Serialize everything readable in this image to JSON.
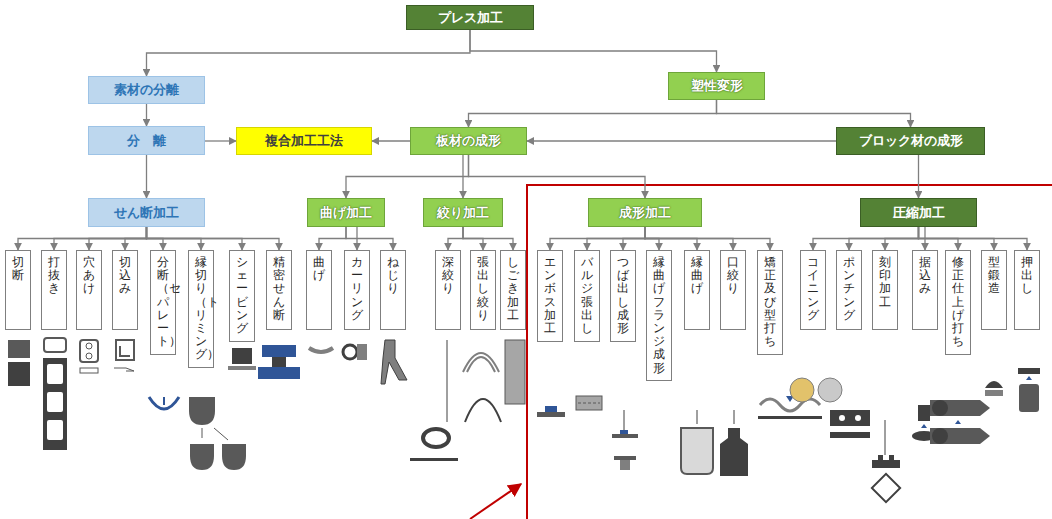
{
  "diagram": {
    "nodes": [
      {
        "text": [
          "プレス加工"
        ]
      },
      {
        "text": [
          "素材の分離"
        ]
      },
      {
        "text": [
          "塑性変形"
        ]
      },
      {
        "text": [
          "分　離"
        ]
      },
      {
        "text": [
          "複合加工工法"
        ]
      },
      {
        "text": [
          "板材の成形"
        ]
      },
      {
        "text": [
          "ブロック材の成形"
        ]
      },
      {
        "text": [
          "せん断加工"
        ]
      },
      {
        "text": [
          "曲げ加工"
        ]
      },
      {
        "text": [
          "絞り加工"
        ]
      },
      {
        "text": [
          "成形加工"
        ]
      },
      {
        "text": [
          "圧縮加工"
        ]
      },
      {
        "text": [
          "切断"
        ]
      },
      {
        "text": [
          "打抜き"
        ]
      },
      {
        "text": [
          "穴あけ"
        ]
      },
      {
        "text": [
          "切込み"
        ]
      },
      {
        "text": [
          "分断（セパレート）"
        ]
      },
      {
        "text": [
          "縁切り（トリミング）"
        ]
      },
      {
        "text": [
          "シェービング"
        ]
      },
      {
        "text": [
          "精密せん断"
        ]
      },
      {
        "text": [
          "曲げ"
        ]
      },
      {
        "text": [
          "カーリング"
        ]
      },
      {
        "text": [
          "ねじり"
        ]
      },
      {
        "text": [
          "深絞り"
        ]
      },
      {
        "text": [
          "張出し絞り"
        ]
      },
      {
        "text": [
          "しごき加工"
        ]
      },
      {
        "text": [
          "エンボス加工"
        ]
      },
      {
        "text": [
          "バルジ張出し"
        ]
      },
      {
        "text": [
          "つば出し成形"
        ]
      },
      {
        "text": [
          "縁曲げフランジ成形"
        ]
      },
      {
        "text": [
          "縁曲げ"
        ]
      },
      {
        "text": [
          "口絞り"
        ]
      },
      {
        "text": [
          "矯正及び型打ち"
        ]
      },
      {
        "text": [
          "コイニング"
        ]
      },
      {
        "text": [
          "ポンチング"
        ]
      },
      {
        "text": [
          "刻印加工"
        ]
      },
      {
        "text": [
          "据込み"
        ]
      },
      {
        "text": [
          "修正仕上げ打ち"
        ]
      },
      {
        "text": [
          "型鍛造"
        ]
      },
      {
        "text": [
          "押出し"
        ]
      }
    ],
    "edges": [
      {
        "from": 0,
        "to": 1,
        "arrow": "to"
      },
      {
        "from": 0,
        "to": 2,
        "arrow": "to"
      },
      {
        "from": 1,
        "to": 3,
        "arrow": "to"
      },
      {
        "from": 2,
        "to": 5,
        "arrow": "to"
      },
      {
        "from": 2,
        "to": 6,
        "arrow": "to"
      },
      {
        "from": 3,
        "to": 4,
        "arrow": "to"
      },
      {
        "from": 5,
        "to": 4,
        "arrow": "to"
      },
      {
        "from": 6,
        "to": 5,
        "arrow": "to"
      },
      {
        "from": 3,
        "to": 7,
        "arrow": "to"
      },
      {
        "from": 5,
        "to": 8,
        "arrow": "to"
      },
      {
        "from": 5,
        "to": 9,
        "arrow": "to"
      },
      {
        "from": 5,
        "to": 10,
        "arrow": "to"
      },
      {
        "from": 6,
        "to": 11,
        "arrow": "to"
      },
      {
        "from": 7,
        "to": 12,
        "arrow": "to"
      },
      {
        "from": 7,
        "to": 13,
        "arrow": "to"
      },
      {
        "from": 7,
        "to": 14,
        "arrow": "to"
      },
      {
        "from": 7,
        "to": 15,
        "arrow": "to"
      },
      {
        "from": 7,
        "to": 16,
        "arrow": "to"
      },
      {
        "from": 7,
        "to": 17,
        "arrow": "to"
      },
      {
        "from": 7,
        "to": 18,
        "arrow": "to"
      },
      {
        "from": 7,
        "to": 19,
        "arrow": "to"
      },
      {
        "from": 8,
        "to": 20,
        "arrow": "to"
      },
      {
        "from": 8,
        "to": 21,
        "arrow": "to"
      },
      {
        "from": 8,
        "to": 22,
        "arrow": "to"
      },
      {
        "from": 9,
        "to": 23,
        "arrow": "to"
      },
      {
        "from": 9,
        "to": 24,
        "arrow": "to"
      },
      {
        "from": 9,
        "to": 25,
        "arrow": "to"
      },
      {
        "from": 10,
        "to": 26,
        "arrow": "to"
      },
      {
        "from": 10,
        "to": 27,
        "arrow": "to"
      },
      {
        "from": 10,
        "to": 28,
        "arrow": "to"
      },
      {
        "from": 10,
        "to": 29,
        "arrow": "to"
      },
      {
        "from": 10,
        "to": 30,
        "arrow": "to"
      },
      {
        "from": 10,
        "to": 31,
        "arrow": "to"
      },
      {
        "from": 10,
        "to": 32,
        "arrow": "to"
      },
      {
        "from": 11,
        "to": 33,
        "arrow": "to"
      },
      {
        "from": 11,
        "to": 34,
        "arrow": "to"
      },
      {
        "from": 11,
        "to": 35,
        "arrow": "to"
      },
      {
        "from": 11,
        "to": 36,
        "arrow": "to"
      },
      {
        "from": 11,
        "to": 37,
        "arrow": "to"
      },
      {
        "from": 11,
        "to": 38,
        "arrow": "to"
      },
      {
        "from": 11,
        "to": 39,
        "arrow": "to"
      }
    ]
  }
}
